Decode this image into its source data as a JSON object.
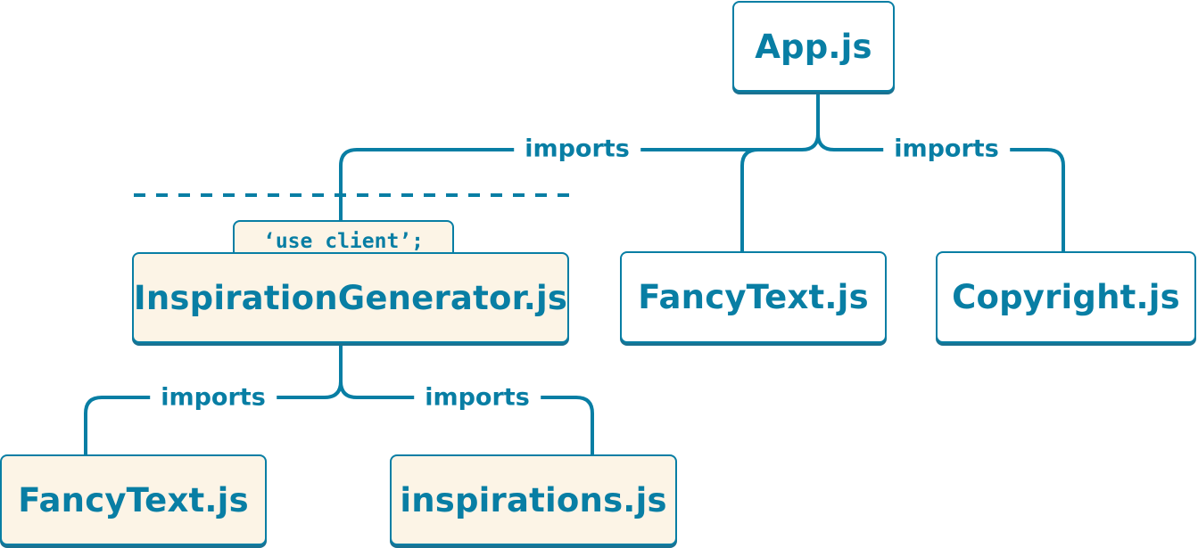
{
  "nodes": {
    "app": "App.js",
    "inspiration_generator": "InspirationGenerator.js",
    "fancytext_server": "FancyText.js",
    "copyright": "Copyright.js",
    "fancytext_client": "FancyText.js",
    "inspirations": "inspirations.js"
  },
  "edge_labels": {
    "app_to_inspiration": "imports",
    "app_to_copyright": "imports",
    "inspiration_to_fancytext": "imports",
    "inspiration_to_inspirations": "imports"
  },
  "directive": "‘use client’;",
  "colors": {
    "stroke": "#087ea4",
    "client_fill": "#fcf4e6",
    "server_fill": "#ffffff"
  }
}
